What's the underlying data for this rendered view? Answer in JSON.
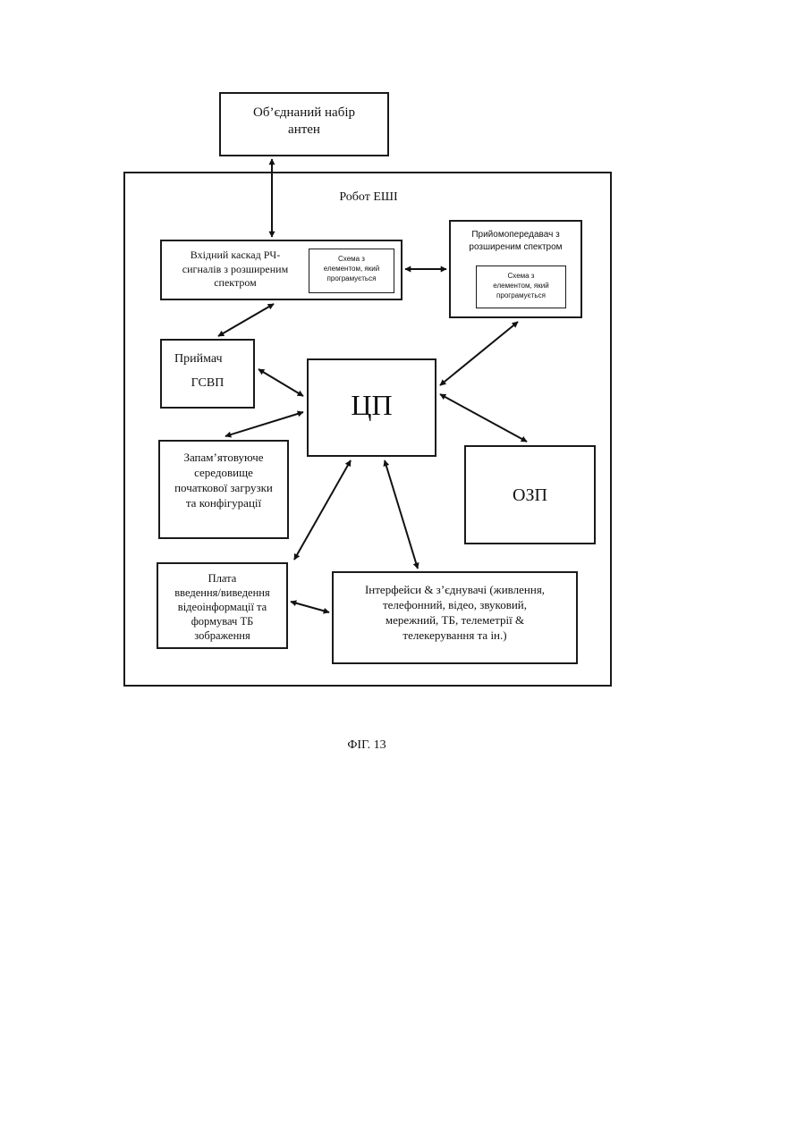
{
  "antenna": {
    "line1": "Об’єднаний набір",
    "line2": "антен"
  },
  "robot_label": "Робот ЕШІ",
  "rf_front_end": {
    "line1": "Вхідний каскад РЧ-",
    "line2": "сигналів з розширеним",
    "line3": "спектром",
    "inner": {
      "line1": "Схема з",
      "line2": "елементом, який",
      "line3": "програмується"
    }
  },
  "transceiver": {
    "line1": "Прийомопередавач з",
    "line2": "розширеним спектром",
    "inner": {
      "line1": "Схема з",
      "line2": "елементом, який",
      "line3": "програмується"
    }
  },
  "gps_receiver": {
    "line1": "Приймач",
    "line2": "ГСВП"
  },
  "cpu": {
    "label": "ЦП"
  },
  "boot_storage": {
    "line1": "Запам’ятовуюче",
    "line2": "середовище",
    "line3": "початкової загрузки",
    "line4": "та конфігурації"
  },
  "ram": {
    "label": "ОЗП"
  },
  "video_board": {
    "line1": "Плата",
    "line2": "введення/виведення",
    "line3": "відеоінформації та",
    "line4": "формувач ТБ",
    "line5": "зображення"
  },
  "interfaces": {
    "line1": "Інтерфейси & з’єднувачі (живлення,",
    "line2": "телефонний, відео, звуковий,",
    "line3": "мережний, ТБ, телеметрії &",
    "line4": "телекерування та ін.)"
  },
  "caption": "ФІГ. 13"
}
